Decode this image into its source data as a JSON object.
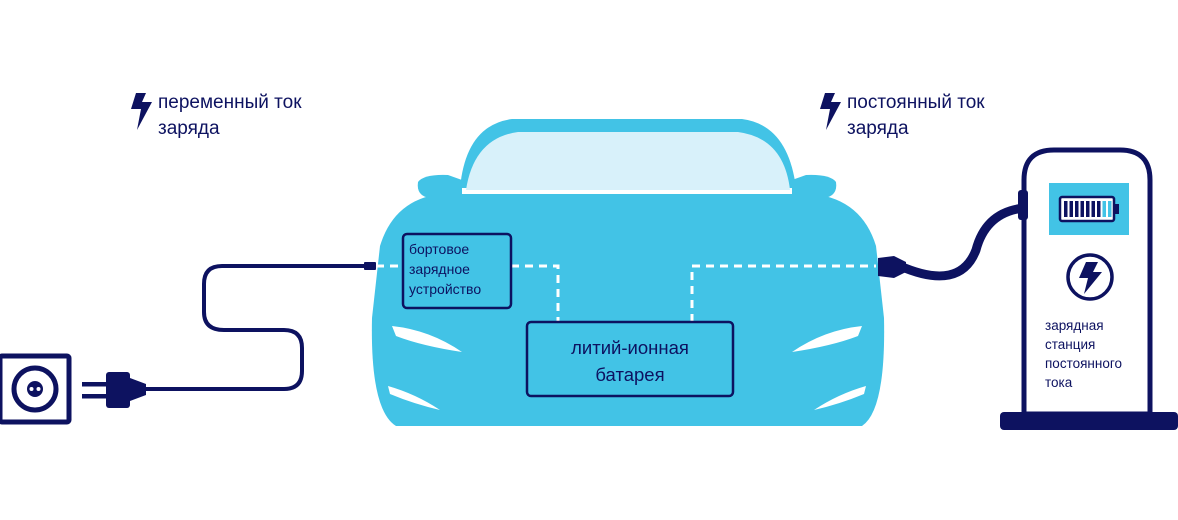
{
  "colors": {
    "navy": "#0d1260",
    "car_body": "#42c3e6",
    "car_glass": "#d8f1fa",
    "white": "#ffffff"
  },
  "legend_ac": {
    "icon": "lightning-icon",
    "line1": "переменный ток",
    "line2": "заряда"
  },
  "legend_dc": {
    "icon": "lightning-icon",
    "line1": "постоянный ток",
    "line2": "заряда"
  },
  "onboard_charger": {
    "line1": "бортовое",
    "line2": "зарядное",
    "line3": "устройство"
  },
  "battery": {
    "line1": "литий-ионная",
    "line2": "батарея"
  },
  "dc_station": {
    "screen_icon": "battery-icon",
    "emblem_icon": "lightning-circle-icon",
    "line1": "зарядная",
    "line2": "станция",
    "line3": "постоянного",
    "line4": "тока"
  },
  "wall_socket": {
    "icon": "socket-icon"
  },
  "plug": {
    "icon": "plug-icon"
  }
}
